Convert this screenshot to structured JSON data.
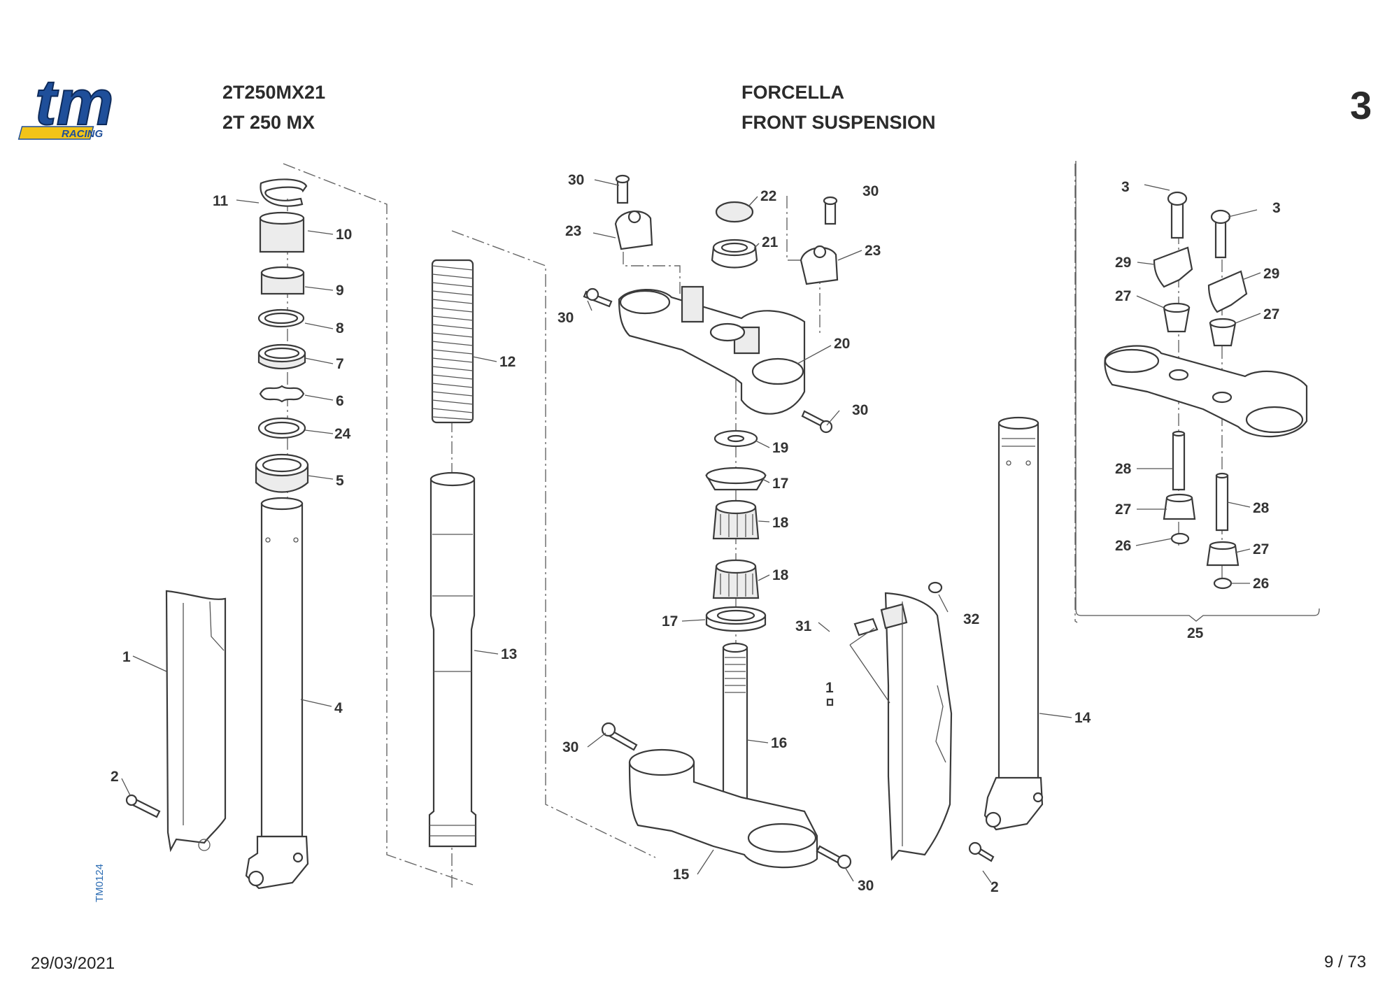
{
  "header": {
    "model_code": "2T250MX21",
    "model_name": "2T 250 MX",
    "title_it": "FORCELLA",
    "title_en": "FRONT SUSPENSION",
    "page_number": "3"
  },
  "logo": {
    "text": "tm",
    "sub": "RACING",
    "colors": {
      "blue": "#1f4f9a",
      "yellow": "#f2c418"
    }
  },
  "diagram": {
    "code": "TM0124",
    "callouts": [
      "1",
      "1",
      "2",
      "2",
      "3",
      "3",
      "4",
      "5",
      "6",
      "7",
      "8",
      "9",
      "10",
      "11",
      "12",
      "13",
      "14",
      "15",
      "16",
      "17",
      "17",
      "18",
      "18",
      "19",
      "20",
      "21",
      "22",
      "23",
      "23",
      "24",
      "25",
      "26",
      "26",
      "27",
      "27",
      "27",
      "27",
      "28",
      "28",
      "29",
      "29",
      "30",
      "30",
      "30",
      "30",
      "30",
      "30",
      "31",
      "32"
    ]
  },
  "footer": {
    "date": "29/03/2021",
    "page": "9 / 73"
  }
}
